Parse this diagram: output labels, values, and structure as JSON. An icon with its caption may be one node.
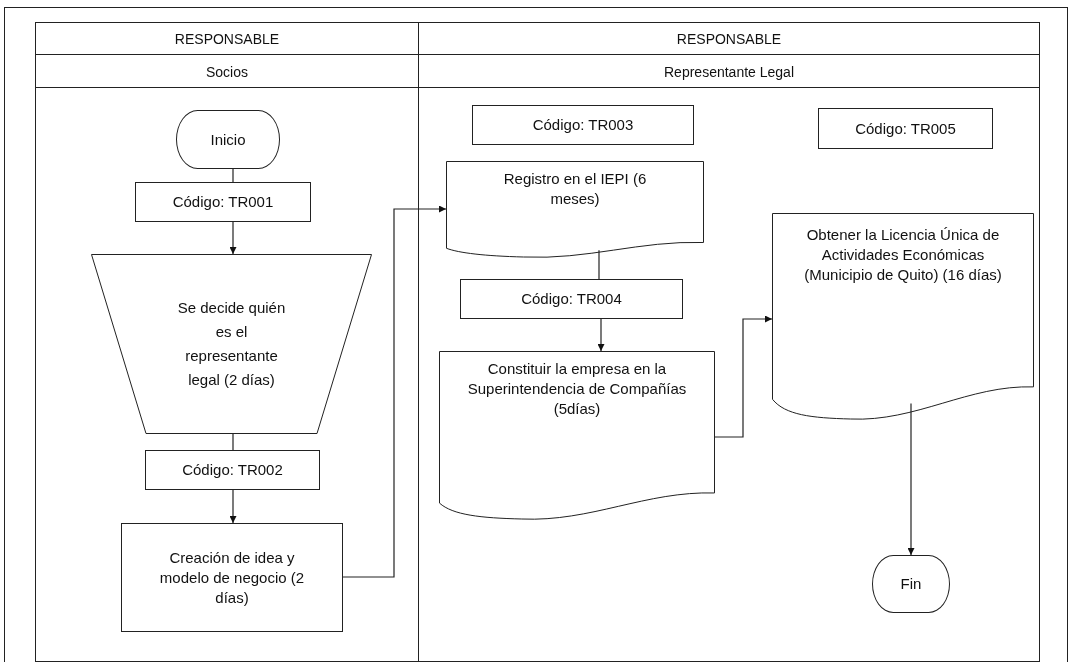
{
  "diagram": {
    "nodes": [
      {
        "text": [
          "RESPONSABLE",
          "Socios"
        ]
      },
      {
        "text": [
          "Inicio"
        ],
        "in": 0
      },
      {
        "text": [
          "Código: TR001"
        ],
        "in": 0
      },
      {
        "text": [
          "Se decide quién es el representante legal (2 días)"
        ],
        "in": 0
      },
      {
        "text": [
          "Código: TR002"
        ],
        "in": 0
      },
      {
        "text": [
          "Creación de idea y modelo de negocio (2 días)"
        ],
        "in": 0
      },
      {
        "text": [
          "RESPONSABLE",
          "Representante Legal"
        ]
      },
      {
        "text": [
          "Código: TR003"
        ],
        "in": 6
      },
      {
        "text": [
          "Registro en el IEPI (6 meses)"
        ],
        "in": 6
      },
      {
        "text": [
          "Código: TR004"
        ],
        "in": 6
      },
      {
        "text": [
          "Constituir la empresa en la Superintendencia de Compañías (5días)"
        ],
        "in": 6
      },
      {
        "text": [
          "Código: TR005"
        ],
        "in": 6
      },
      {
        "text": [
          "Obtener la Licencia Única de Actividades Económicas (Municipio de Quito) (16 días)"
        ],
        "in": 6
      },
      {
        "text": [
          "Fin"
        ],
        "in": 6
      }
    ],
    "edges": [
      {
        "from": 1,
        "to": 2,
        "arrow": "none"
      },
      {
        "from": 2,
        "to": 3,
        "arrow": "to"
      },
      {
        "from": 3,
        "to": 4,
        "arrow": "none"
      },
      {
        "from": 4,
        "to": 5,
        "arrow": "to"
      },
      {
        "from": 5,
        "to": 8,
        "arrow": "to"
      },
      {
        "from": 8,
        "to": 9,
        "arrow": "none"
      },
      {
        "from": 9,
        "to": 10,
        "arrow": "to"
      },
      {
        "from": 10,
        "to": 12,
        "arrow": "to"
      },
      {
        "from": 12,
        "to": 13,
        "arrow": "to"
      }
    ]
  }
}
